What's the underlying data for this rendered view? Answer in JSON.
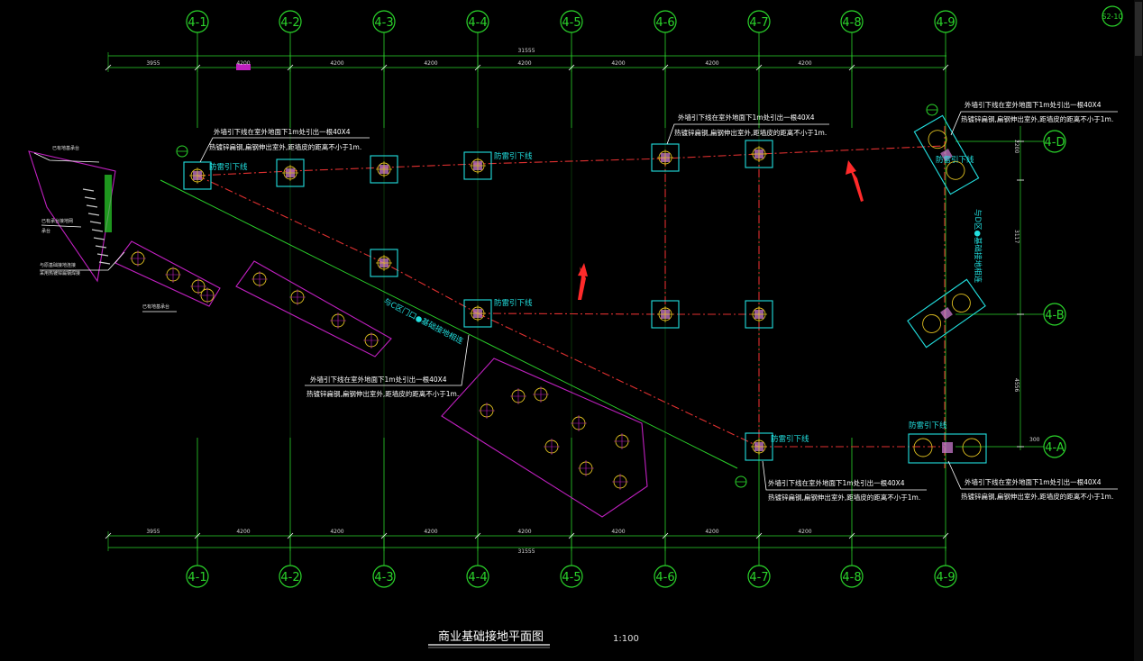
{
  "drawing": {
    "title": "商业基础接地平面图",
    "scale": "1:100",
    "sheet_label": "S2-10"
  },
  "axes_columns": [
    "4-1",
    "4-2",
    "4-3",
    "4-4",
    "4-5",
    "4-6",
    "4-7",
    "4-8",
    "4-9"
  ],
  "axes_rows": [
    "4-D",
    "4-B",
    "4-A"
  ],
  "dimensions": {
    "top_total": "31555",
    "top_segments": [
      "3955",
      "4200",
      "4200",
      "4200",
      "4200",
      "4200",
      "4200",
      "4200"
    ],
    "bottom_total": "31555",
    "bottom_segments": [
      "3955",
      "4200",
      "4200",
      "4200",
      "4200",
      "4200",
      "4200",
      "4200"
    ],
    "right_segments": [
      "2200",
      "3117",
      "4556"
    ],
    "right_bottom": "300"
  },
  "labels": {
    "lightning_downlead": "防雷引下线",
    "outer_wall_downlead_note_1": "外墙引下线在室外地面下1m处引出一根40X4",
    "outer_wall_downlead_note_2": "热镀锌扁钢,扁钢伸出室外,距墙皮的距离不小于1m.",
    "upper_note_1": "外墙引下线在室外地面下1m处引出一根40X4",
    "upper_note_2": "热镀锌扁钢,扁钢伸出室外,距墙皮的距离不小于1m.",
    "grounding_line_diag": "与C区门口●基础接地相连",
    "grounding_line_right": "与D区●基础接地相连",
    "left_note_a": "已有地基承台",
    "left_note_b": "已有承台接地网",
    "left_note_c": "承台",
    "left_note_d": "与原基础接地连接",
    "left_note_e": "采用热镀锌扁钢焊接",
    "left_note_f": "已有地基承台"
  },
  "colors": {
    "background": "#000000",
    "axis": "#2bd52b",
    "grid": "#2bd52b",
    "grounding_line": "#e03030",
    "column_box": "#22e0e0",
    "foundation_outline": "#c020c0",
    "pile": "#e0c020",
    "annotation": "#ffffff",
    "arrow": "#ff3030"
  },
  "icons": {
    "axis_bubble": "circle-axis-icon",
    "pile": "pile-cap-icon",
    "marker_arrow": "red-arrow-icon"
  }
}
